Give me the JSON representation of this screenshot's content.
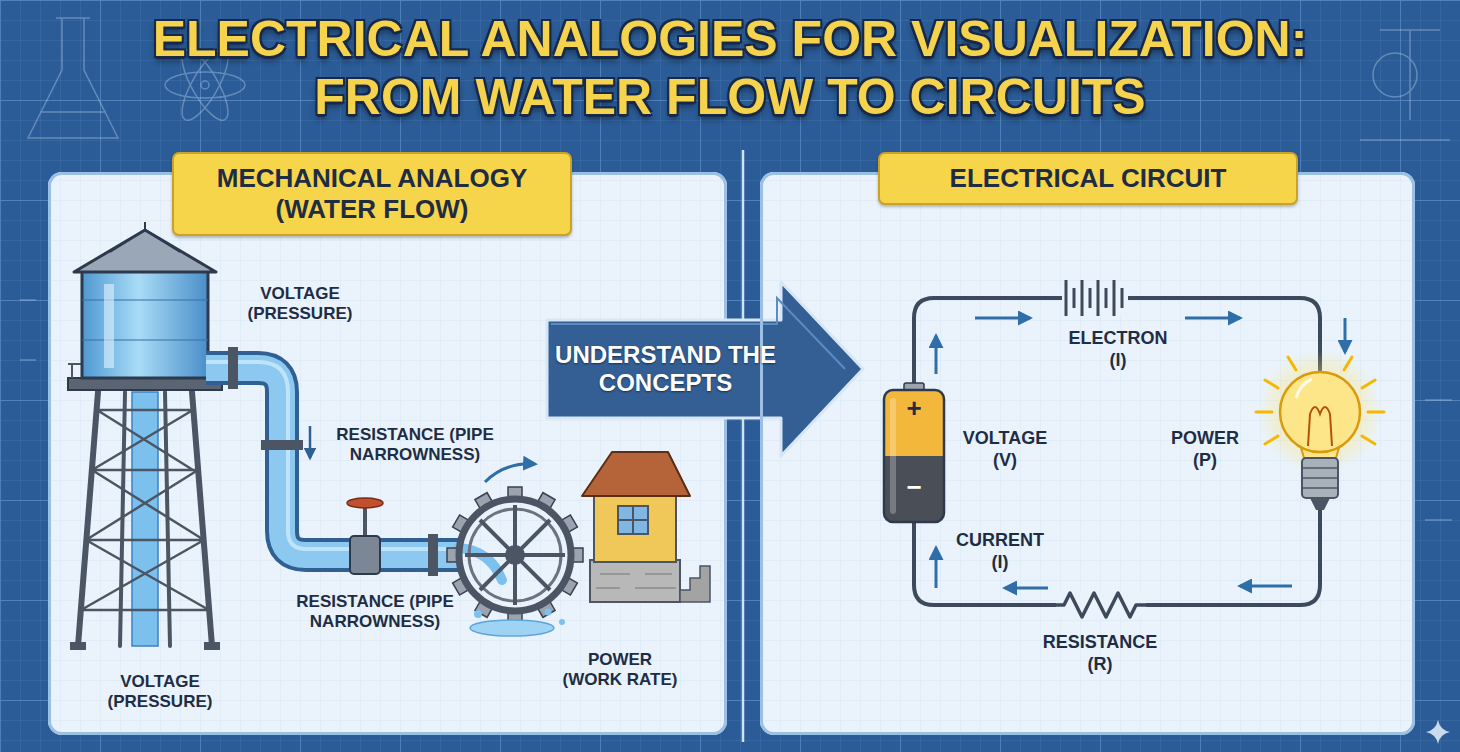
{
  "diagram": {
    "title": "ELECTRICAL ANALOGIES FOR VISUALIZATION: FROM WATER FLOW TO CIRCUITS",
    "nodes": [
      {
        "text": [
          "MECHANICAL ANALOGY (WATER FLOW)"
        ]
      },
      {
        "text": [
          "UNDERSTAND THE CONCEPTS"
        ]
      },
      {
        "text": [
          "ELECTRICAL CIRCUIT"
        ]
      }
    ],
    "labels": [
      "VOLTAGE (PRESSURE)",
      "RESISTANCE (PIPE NARROWNESS)",
      "RESISTANCE (PIPE NARROWNESS)",
      "VOLTAGE (PRESSURE)",
      "POWER (WORK RATE)",
      "ELECTRON (I)",
      "VOLTAGE (V)",
      "POWER (P)",
      "CURRENT (I)",
      "RESISTANCE (R)",
      "+",
      "−"
    ]
  }
}
